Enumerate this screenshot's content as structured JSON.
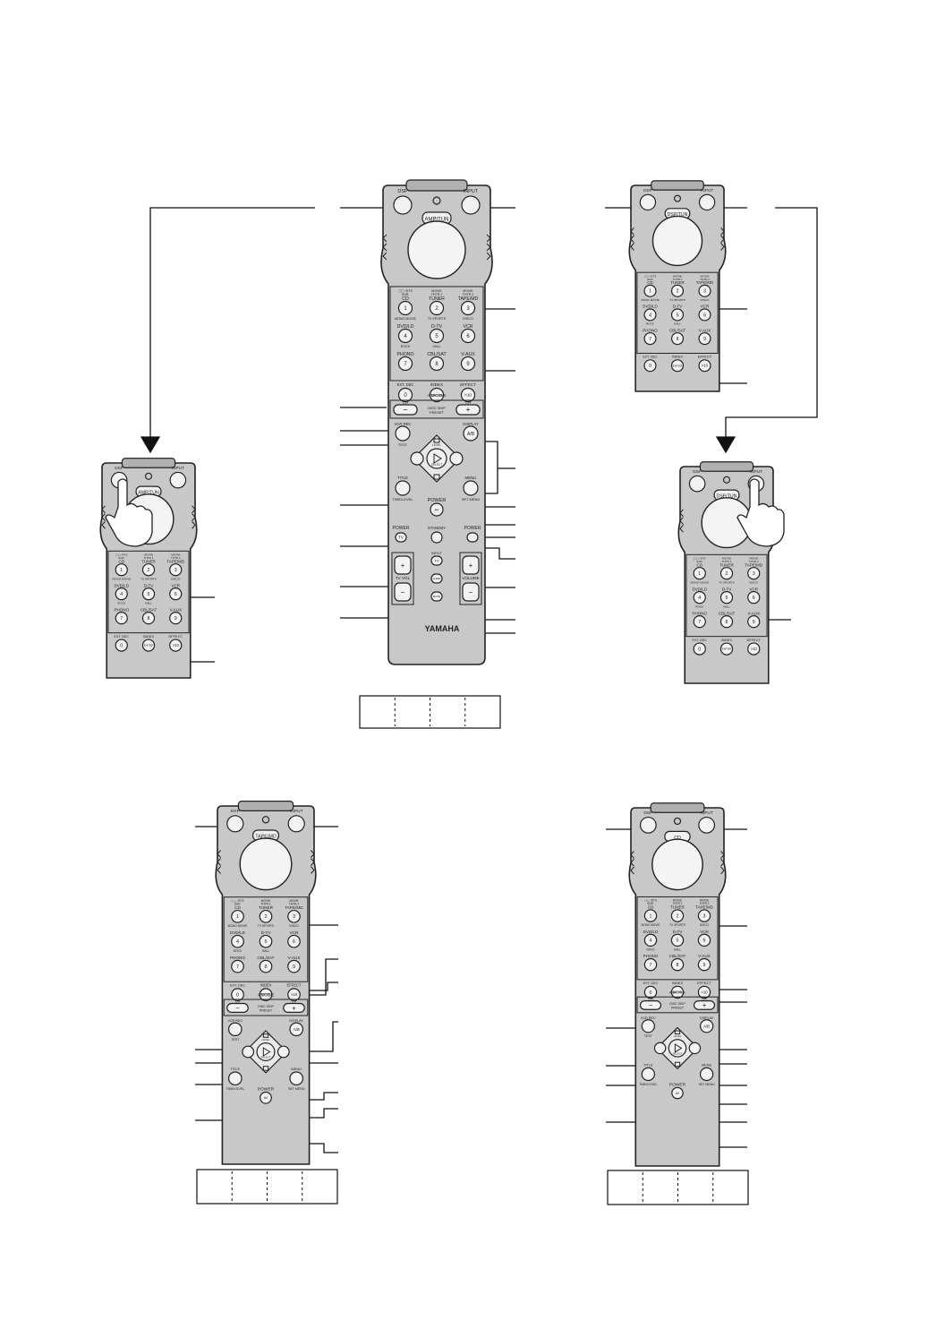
{
  "colors": {
    "body": "#c8c8c8",
    "outline": "#222222",
    "button": "#f2f2f2",
    "line": "#111111"
  },
  "labels": {
    "dsp": "DSP",
    "input": "INPUT",
    "amp_tun": "AMP/TUN",
    "dsp_tun": "DSP/TUN",
    "tape_md": "TAPE/MD",
    "cd_mode": "CD",
    "num1_top": "▢▢ /STS",
    "num1_mid": "SUR.",
    "num1": "CD",
    "num2_top": "MOVIE",
    "num2_mid": "THTR 1",
    "num2": "TUNER",
    "num3_top": "MOVIE",
    "num3_mid": "THTR 2",
    "num3": "TAPE/MD",
    "num4_top": "MONO MOVIE",
    "num4": "DVD/LD",
    "num5_top": "TV SPORTS",
    "num5": "D-TV",
    "num6_top": "DISCO",
    "num6": "VCR",
    "num7_top": "ROCK",
    "num7": "PHONO",
    "num8_top": "HALL",
    "num8": "CBL/SAT",
    "num9": "V-AUX",
    "ext_dec": "EXT. DEC",
    "index": "INDEX",
    "enter": "ENTER",
    "effect": "EFFECT",
    "plus10": ">10",
    "d1": "1",
    "d2": "2",
    "d3": "3",
    "d4": "4",
    "d5": "5",
    "d6": "6",
    "d7": "7",
    "d8": "8",
    "d9": "9",
    "d0": "0",
    "abcde": "A/B/C/D/E",
    "ch": "CH",
    "disc_skip": "DISC SKIP",
    "preset": "PRESET",
    "minus": "−",
    "plus": "+",
    "vcr_rec": "VCR REC",
    "display": "DISPLAY",
    "ab": "A/B",
    "test": "TEST",
    "title": "TITLE",
    "menu": "MENU",
    "time_level": "TIME/LEVEL",
    "set_menu": "SET MENU",
    "power": "POWER",
    "av": "AV",
    "standby": "STANDBY",
    "tv": "TV",
    "tv_vol": "TV VOL",
    "volume": "VOLUME",
    "sleep": "SLEEP",
    "mute": "MUTE",
    "select": "SELECT",
    "level": "LEVEL",
    "yamaha": "YAMAHA"
  }
}
